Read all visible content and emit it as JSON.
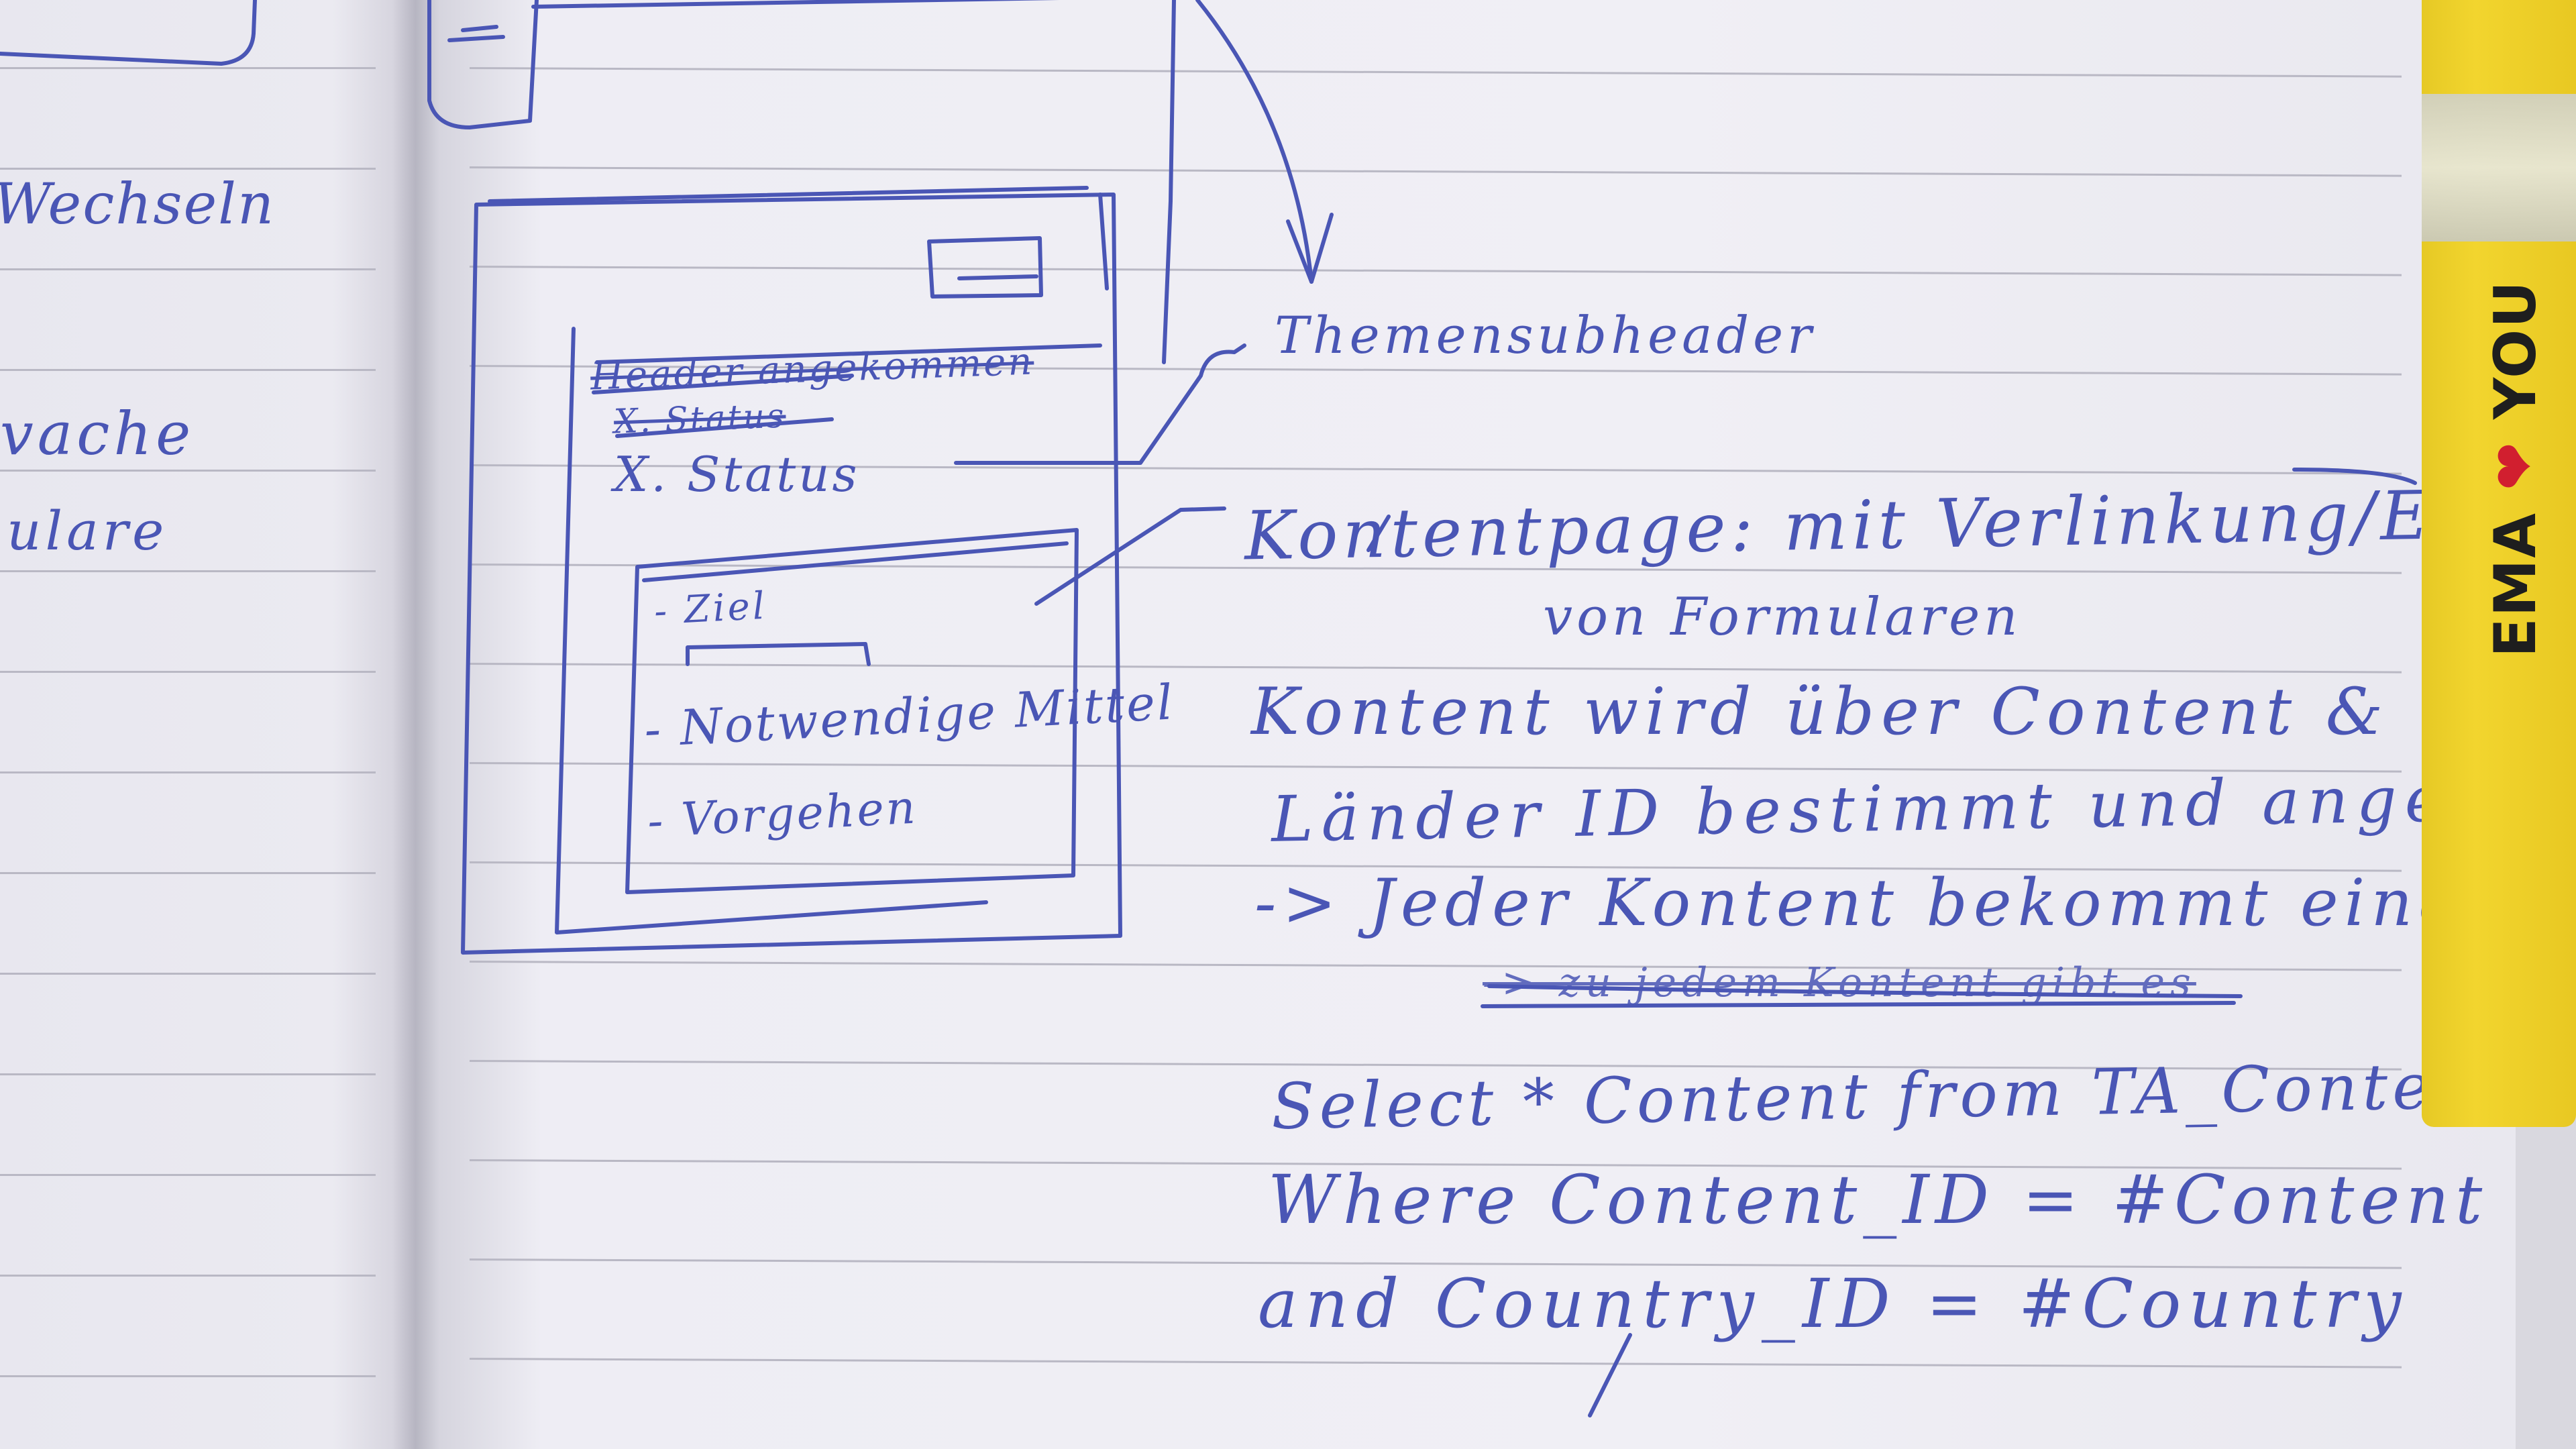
{
  "left_page": {
    "fragments": [
      "Wechseln",
      "vache",
      "ulare"
    ]
  },
  "sketch": {
    "header_strike": "Header angekommen",
    "status_strike": "X. Status",
    "status": "X. Status",
    "items": [
      "- Ziel",
      "- Notwendige Mittel",
      "- Vorgehen"
    ]
  },
  "notes": {
    "theme_label": "Themensubheader",
    "content_page_1": "Kontentpage: mit Verlinkung/Einbindung",
    "content_page_2": "von Formularen",
    "determined_1": "Kontent wird über Content &",
    "determined_2": "Länder ID bestimmt und angezeigt",
    "each_id": "-> Jeder Kontent bekommt eine ID",
    "crossed_out": "-> zu jedem Kontent gibt es",
    "sql_1": "Select * Content from TA_Content",
    "sql_2": "Where Content_ID = #Content",
    "sql_3": "and Country_ID = #Country"
  },
  "bookmark": {
    "brand_left": "EMA",
    "brand_right": "YOU",
    "color": "#f2d52e",
    "heart_color": "#d11f2f"
  },
  "ink_color": "#4a56b5"
}
